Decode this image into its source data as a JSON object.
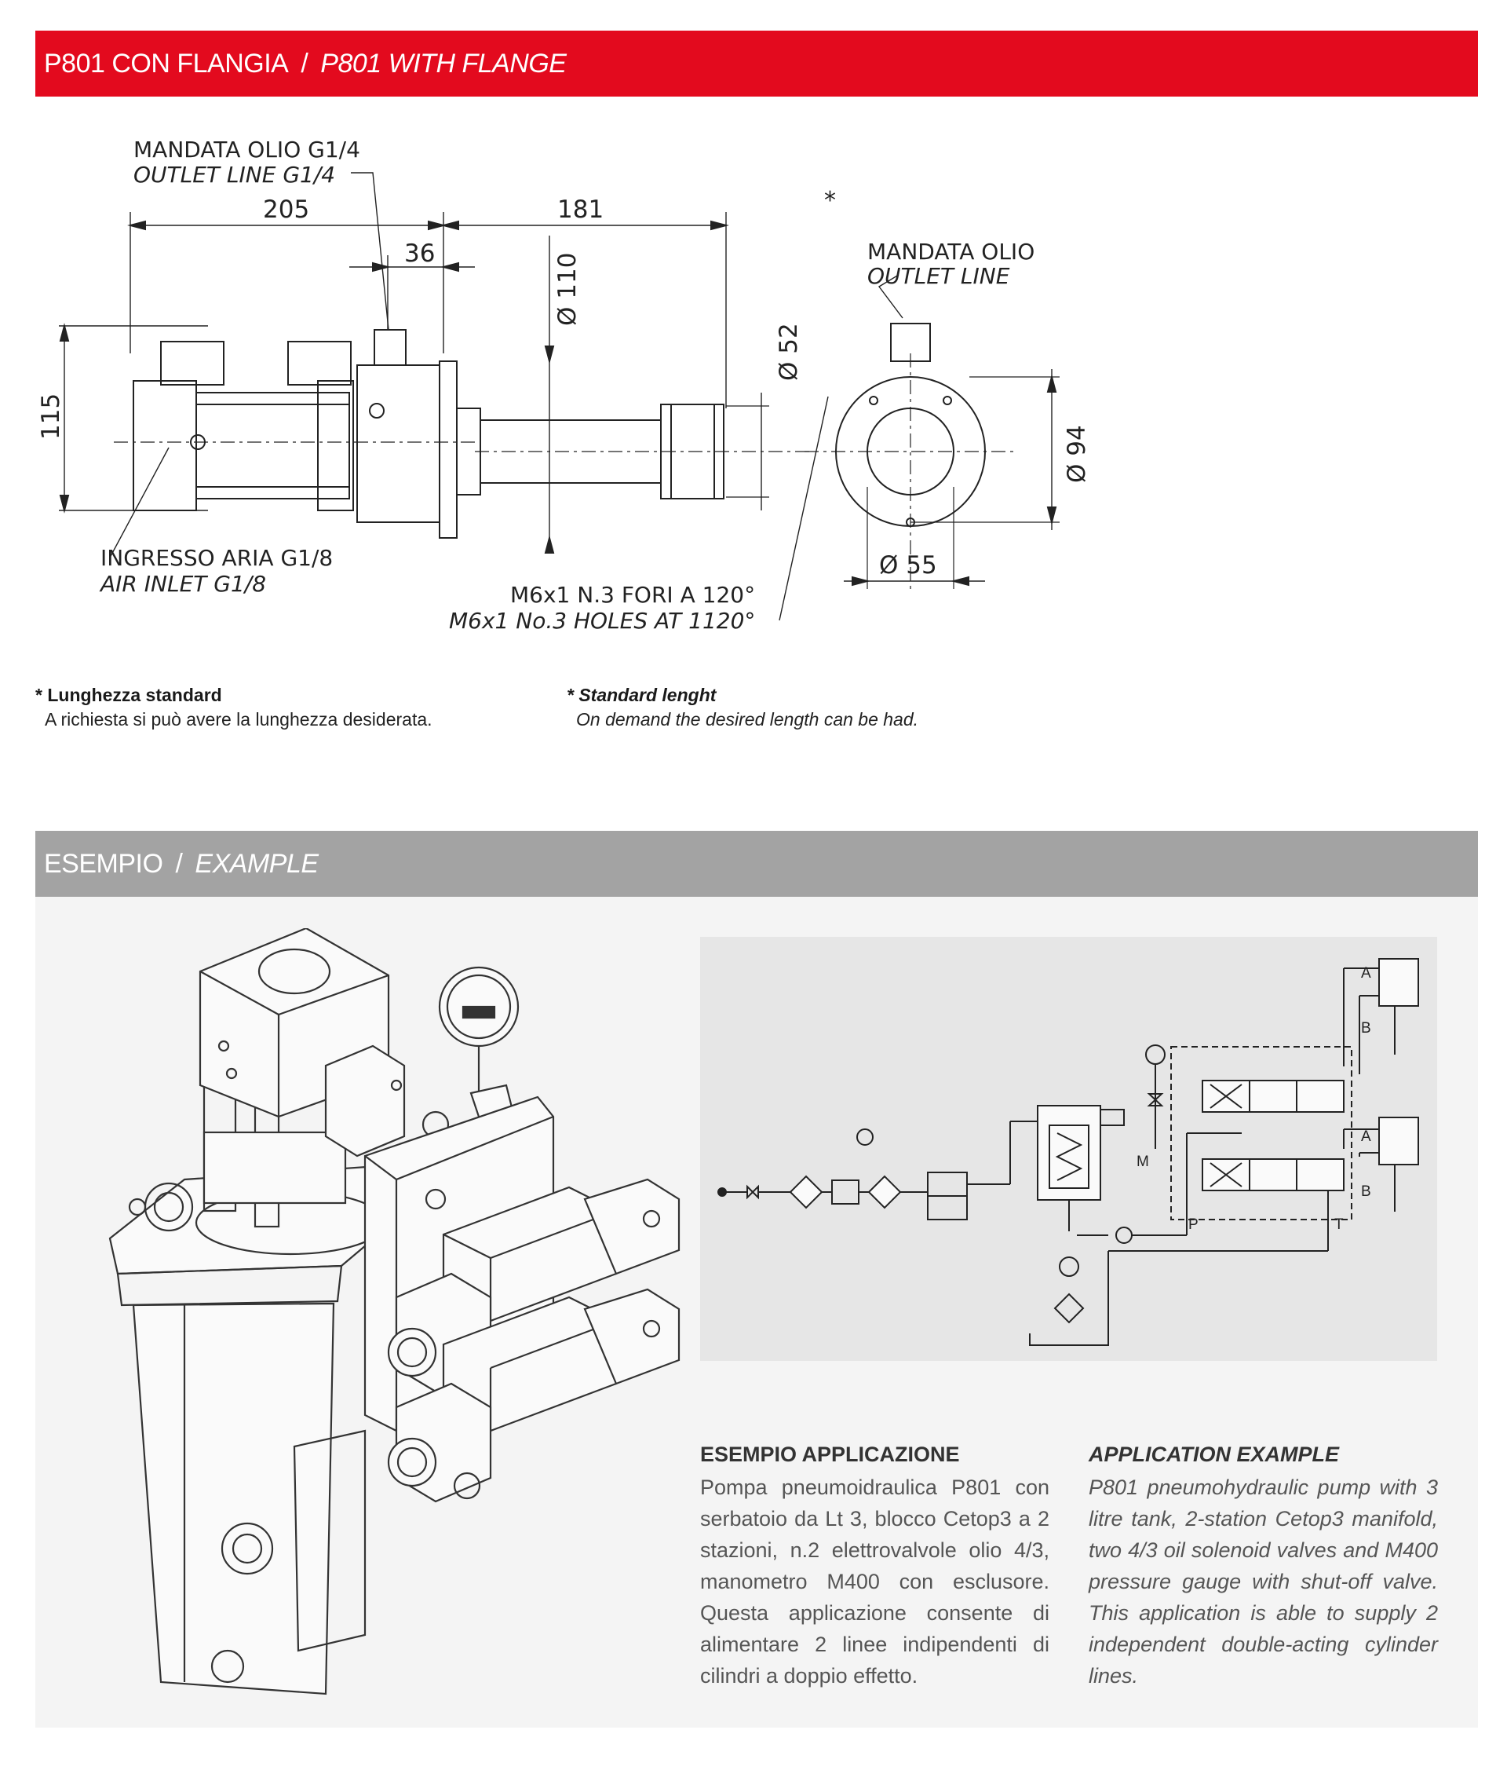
{
  "header": {
    "title_it": "P801 CON FLANGIA",
    "separator": "/",
    "title_en": "P801 WITH FLANGE"
  },
  "drawing": {
    "outlet_it": "MANDATA OLIO G1/4",
    "outlet_en": "OUTLET LINE G1/4",
    "dim_205": "205",
    "dim_181": "181",
    "dim_36": "36",
    "dim_110": "Ø 110",
    "dim_52": "Ø 52",
    "dim_115": "115",
    "asterisk": "*",
    "outlet2_it": "MANDATA OLIO",
    "outlet2_en": "OUTLET LINE",
    "dim_94": "Ø 94",
    "dim_55": "Ø 55",
    "air_it": "INGRESSO ARIA G1/8",
    "air_en": "AIR INLET G1/8",
    "holes_it": "M6x1 N.3 FORI A 120°",
    "holes_en": "M6x1 No.3 HOLES AT 1120°"
  },
  "notes": {
    "it_title": "* Lunghezza standard",
    "it_text": "A richiesta si può avere la lunghezza desiderata.",
    "en_title": "* Standard lenght",
    "en_text": "On demand the desired length can be had."
  },
  "example_header": {
    "title_it": "ESEMPIO",
    "separator": "/",
    "title_en": "EXAMPLE"
  },
  "schema": {
    "label_a1": "A",
    "label_b1": "B",
    "label_a2": "A",
    "label_b2": "B",
    "label_m": "M",
    "label_p": "P",
    "label_t": "T"
  },
  "application": {
    "it_title": "ESEMPIO APPLICAZIONE",
    "it_text": "Pompa pneumoidraulica P801 con serbatoio da Lt 3, blocco Cetop3 a 2 stazioni, n.2 elettrovalvole olio 4/3, manometro M400 con esclusore. Questa applicazione consente di alimentare 2 linee indipendenti di cilindri a doppio effetto.",
    "en_title": "APPLICATION EXAMPLE",
    "en_text": "P801 pneumohydraulic pump with 3 litre tank, 2-station Cetop3 manifold, two 4/3 oil solenoid valves and M400 pressure gauge with shut-off valve. This application is able to supply 2 independent double-acting cylinder lines."
  },
  "colors": {
    "brand_red": "#e30a1e",
    "band_grey": "#a3a3a3",
    "panel_bg": "#f4f4f4",
    "schema_bg": "#e6e6e6"
  }
}
